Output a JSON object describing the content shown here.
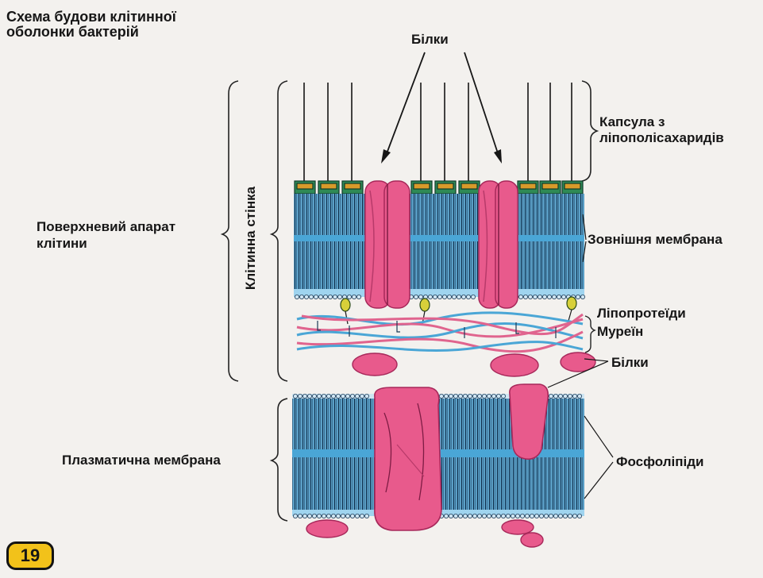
{
  "title": "Схема будови клітинної оболонки бактерій",
  "labels": {
    "proteins_top": "Білки",
    "capsule_line1": "Капсула з",
    "capsule_line2": "ліпополісахаридів",
    "outer_membrane": "Зовнішня мембрана",
    "lipoproteins": "Ліпопротеїди",
    "murein": "Муреїн",
    "proteins_mid": "Білки",
    "phospholipids": "Фосфоліпіди",
    "surface_apparatus_line1": "Поверхневий апарат",
    "surface_apparatus_line2": "клітини",
    "cell_wall": "Клітинна стінка",
    "plasma_membrane": "Плазматична мембрана"
  },
  "page_number": "19",
  "colors": {
    "protein": "#e85a8c",
    "protein_edge": "#a7285a",
    "membrane_blue": "#4aa6d6",
    "lipid_dark": "#0f2d4a",
    "headgroup": "#d08a1a",
    "murein_pink": "#e0648e"
  }
}
